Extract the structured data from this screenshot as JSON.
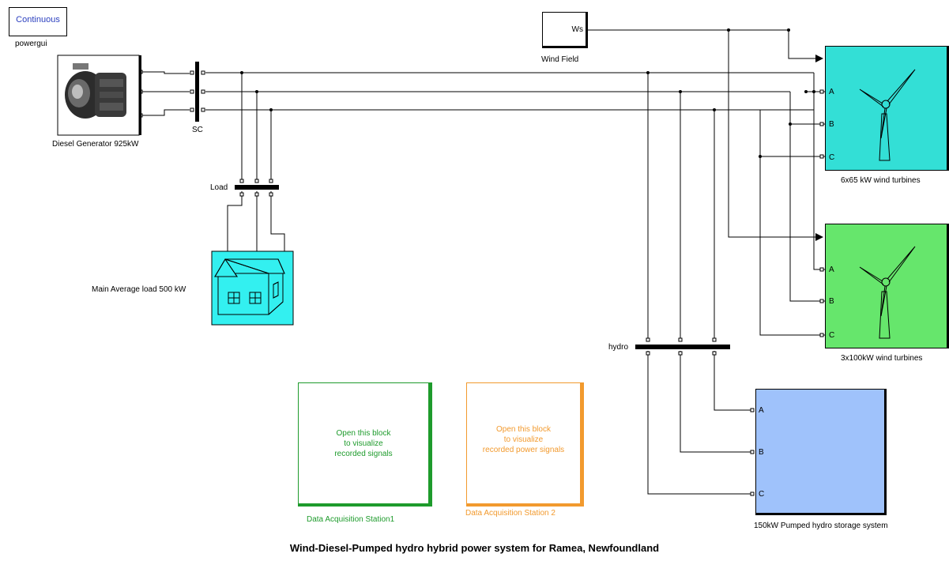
{
  "powergui": {
    "button_label": "Continuous",
    "label": "powergui"
  },
  "diesel_generator": {
    "label": "Diesel Generator 925kW"
  },
  "sc_bus": {
    "label": "SC"
  },
  "load_bus": {
    "label": "Load"
  },
  "main_load": {
    "label": "Main Average load 500 kW"
  },
  "wind_field": {
    "label": "Wind Field",
    "port": "Ws"
  },
  "turbines_6x65": {
    "label": "6x65 kW wind turbines",
    "ports": [
      "A",
      "B",
      "C"
    ]
  },
  "turbines_3x100": {
    "label": "3x100kW wind turbines",
    "ports": [
      "A",
      "B",
      "C"
    ]
  },
  "hydro_bus": {
    "label": "hydro"
  },
  "pumped_hydro": {
    "label": "150kW Pumped hydro storage system",
    "ports": [
      "A",
      "B",
      "C"
    ]
  },
  "station1": {
    "label": "Data Acquisition Station1",
    "text": [
      "Open this block",
      "to visualize",
      "recorded signals"
    ],
    "color": "#1e9b2c"
  },
  "station2": {
    "label": "Data Acquisition Station 2",
    "text": [
      "Open this block",
      "to visualize",
      "recorded power signals"
    ],
    "color": "#f29a2e"
  },
  "colors": {
    "turbine_cyan": "#33dfd6",
    "turbine_green": "#66e66c",
    "load_cyan": "#33f0f0",
    "hydro_blue": "#9fc2fb"
  },
  "title": "Wind-Diesel-Pumped hydro hybrid power system for Ramea, Newfoundland"
}
